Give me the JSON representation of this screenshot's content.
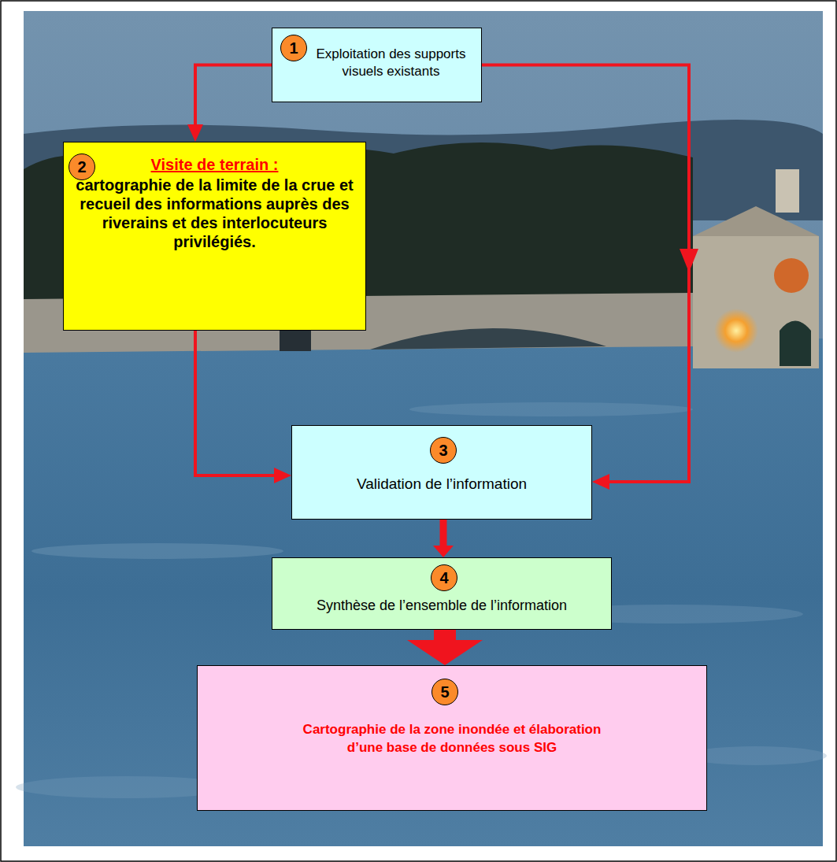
{
  "diagram": {
    "nodes": [
      {
        "text": [
          "Exploitation des supports visuels existants"
        ]
      },
      {
        "text": [
          "1"
        ],
        "in": 0
      },
      {
        "text": [
          "Visite de terrain :",
          "cartographie de la limite de la crue et recueil des informations auprès des riverains et des interlocuteurs privilégiés."
        ]
      },
      {
        "text": [
          "2"
        ],
        "in": 2
      },
      {
        "text": [
          "Validation de l’information"
        ]
      },
      {
        "text": [
          "3"
        ],
        "in": 4
      },
      {
        "text": [
          "Synthèse de l’ensemble de l’information"
        ]
      },
      {
        "text": [
          "4"
        ],
        "in": 6
      },
      {
        "text": [
          "Cartographie de la zone inondée et élaboration d’une base de données sous SIG"
        ]
      },
      {
        "text": [
          "5"
        ],
        "in": 8
      }
    ],
    "edges": [
      {
        "from": 0,
        "to": 2,
        "arrow": "to"
      },
      {
        "from": 0,
        "to": 4,
        "arrow": "to"
      },
      {
        "from": 2,
        "to": 4,
        "arrow": "to"
      },
      {
        "from": 4,
        "to": 6,
        "arrow": "to"
      },
      {
        "from": 6,
        "to": 8,
        "arrow": "to"
      }
    ]
  }
}
